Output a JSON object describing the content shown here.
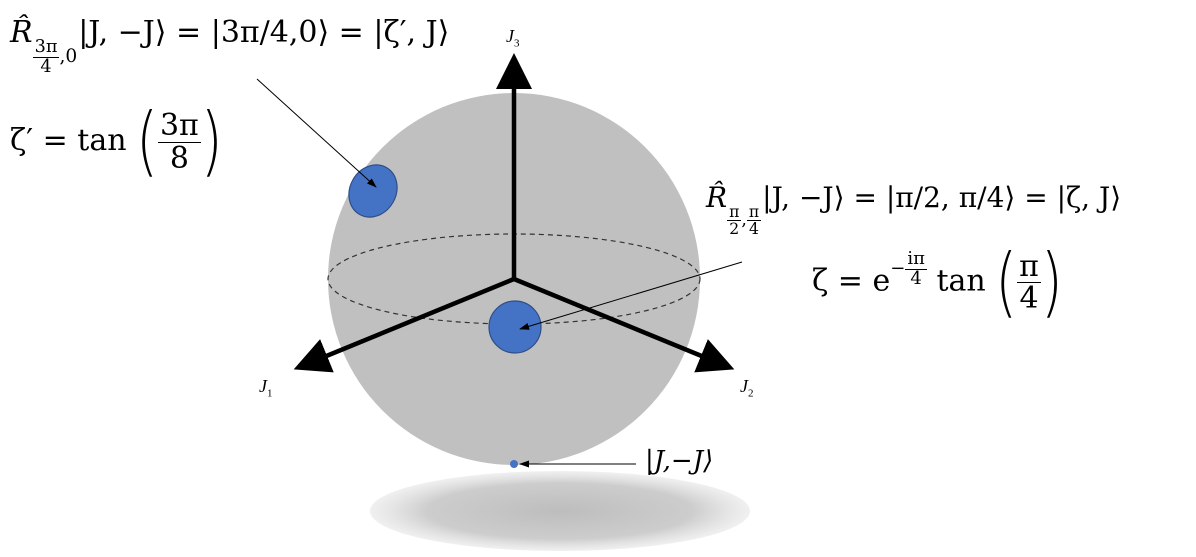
{
  "axes": {
    "x_label": "J",
    "x_index": "1",
    "y_label": "J",
    "y_index": "2",
    "z_label": "J",
    "z_index": "3"
  },
  "equations": {
    "top_left": {
      "operator": "R̂",
      "sub_num": "3π",
      "sub_den": "4",
      "sub_tail": ",0",
      "rest": "|J, −J⟩ = |3π/4,0⟩ = |ζ′, J⟩"
    },
    "zeta_prime": {
      "lhs": "ζ′ = tan",
      "num": "3π",
      "den": "8"
    },
    "right": {
      "operator": "R̂",
      "sub_num1": "π",
      "sub_den1": "2",
      "sub_sep": ",",
      "sub_num2": "π",
      "sub_den2": "4",
      "rest": "|J, −J⟩ = |π/2, π/4⟩ = |ζ, J⟩"
    },
    "zeta": {
      "lhs": "ζ = e",
      "exp_sign": "−",
      "exp_num": "iπ",
      "exp_den": "4",
      "tan": "tan",
      "num": "π",
      "den": "4"
    },
    "south_state": "|J,−J⟩"
  },
  "colors": {
    "sphere": "#c0c0c0",
    "shadow": "#cfcfcf",
    "state_fill": "#4472c4",
    "state_stroke": "#2f4e86",
    "axis": "#000000"
  }
}
